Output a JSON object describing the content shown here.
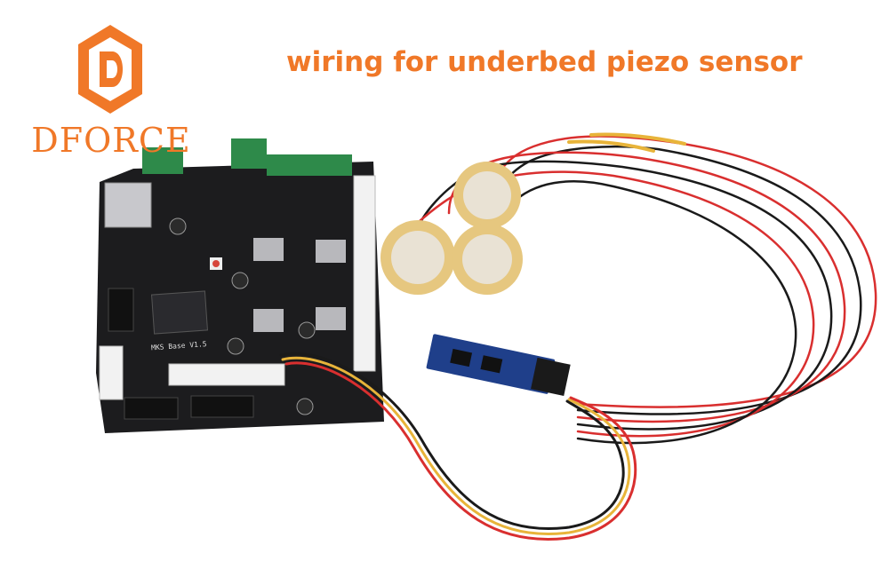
{
  "brand": {
    "name": "DFORCE",
    "logo_icon": "hexagon-d-logo-icon",
    "color": "#f07828"
  },
  "headline": {
    "text": "wiring for underbed piezo sensor",
    "color": "#f07828"
  },
  "photo": {
    "board_silkscreen": "MKS Base V1.5",
    "board_color": "#1c1c1e",
    "terminal_color": "#2e8a4a",
    "module_color": "#1f3f8a",
    "piezo_disc_color": "#e6c77f",
    "piezo_center_color": "#e9e2d4",
    "wire_red": "#d92f2f",
    "wire_black": "#1a1a1a",
    "wire_yellow": "#e8b43a",
    "wire_white": "#eeeeee"
  }
}
